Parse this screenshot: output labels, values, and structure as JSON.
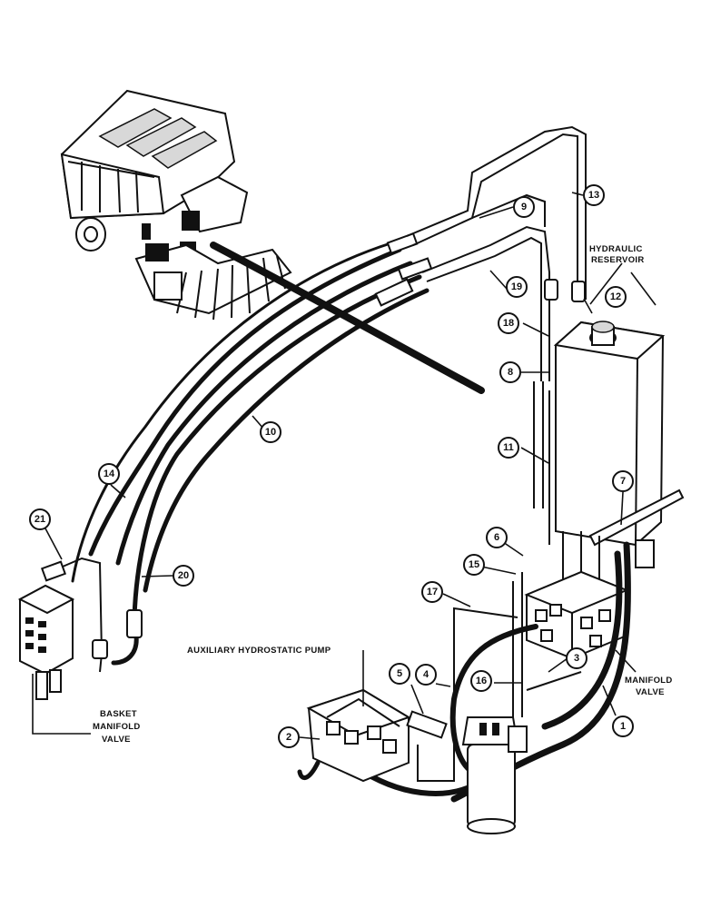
{
  "labels": {
    "hydraulic_reservoir": [
      "HYDRAULIC",
      "RESERVOIR"
    ],
    "manifold_valve": [
      "MANIFOLD",
      "VALVE"
    ],
    "auxiliary_pump": "AUXILIARY HYDROSTATIC PUMP",
    "basket_manifold_valve": [
      "BASKET",
      "MANIFOLD",
      "VALVE"
    ]
  },
  "callouts": [
    "1",
    "2",
    "3",
    "4",
    "5",
    "6",
    "7",
    "8",
    "9",
    "10",
    "11",
    "12",
    "13",
    "14",
    "15",
    "16",
    "17",
    "18",
    "19",
    "20",
    "21"
  ]
}
